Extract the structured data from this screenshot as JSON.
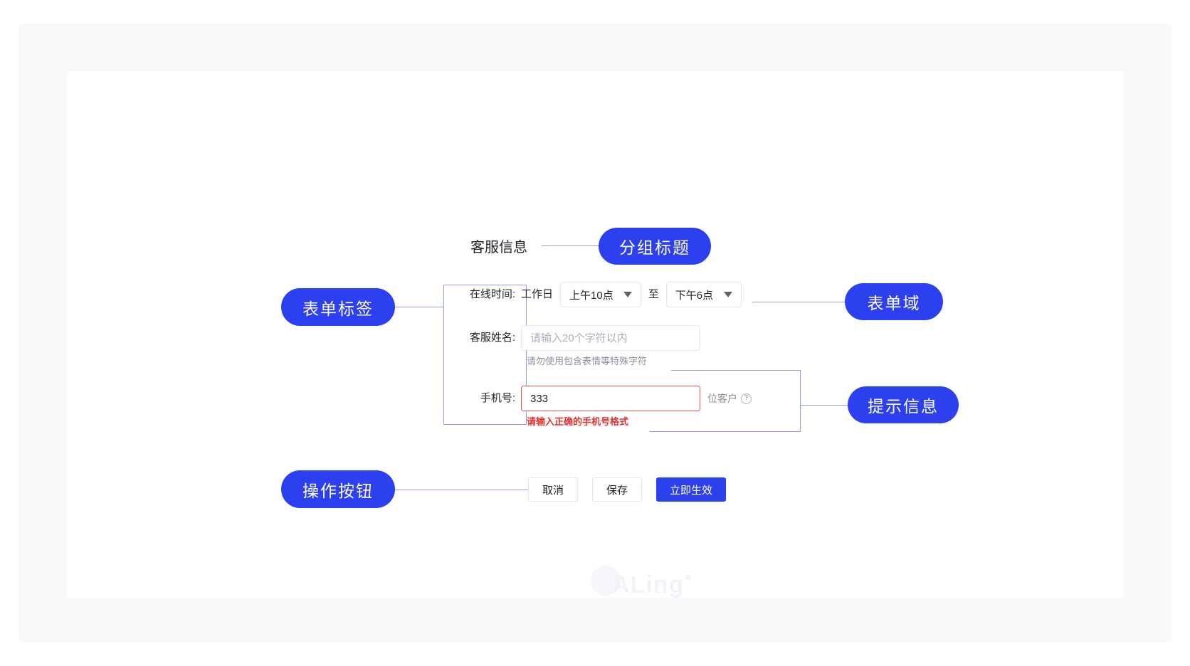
{
  "annotations": {
    "group_title": "分组标题",
    "form_label": "表单标签",
    "form_field": "表单域",
    "hint_info": "提示信息",
    "action_buttons": "操作按钮"
  },
  "form": {
    "group_title": "客服信息",
    "rows": [
      {
        "label": "在线时间:",
        "prefix_text": "工作日",
        "select_start": {
          "value": "上午10点",
          "icon": "chevron-down-icon"
        },
        "separator": "至",
        "select_end": {
          "value": "下午6点",
          "icon": "chevron-down-icon"
        }
      },
      {
        "label": "客服姓名:",
        "input_value": "",
        "placeholder": "请输入20个字符以内",
        "help_text": "请勿使用包含表情等特殊字符"
      },
      {
        "label": "手机号:",
        "input_value": "333",
        "placeholder": "",
        "suffix_text": "位客户",
        "suffix_icon": "question-circle-icon",
        "error_text": "请输入正确的手机号格式"
      }
    ]
  },
  "buttons": [
    {
      "label": "取消",
      "type": "default"
    },
    {
      "label": "保存",
      "type": "default"
    },
    {
      "label": "立即生效",
      "type": "primary"
    }
  ],
  "watermark": {
    "text": "ALing"
  },
  "colors": {
    "accent": "#2c40f0",
    "connector": "#8e9cf5",
    "error": "#e03131",
    "error_border": "#d9534f",
    "page_bg": "#f7f8fa",
    "card_bg": "#ffffff",
    "text": "#1f2329",
    "muted": "#8a8f99"
  }
}
